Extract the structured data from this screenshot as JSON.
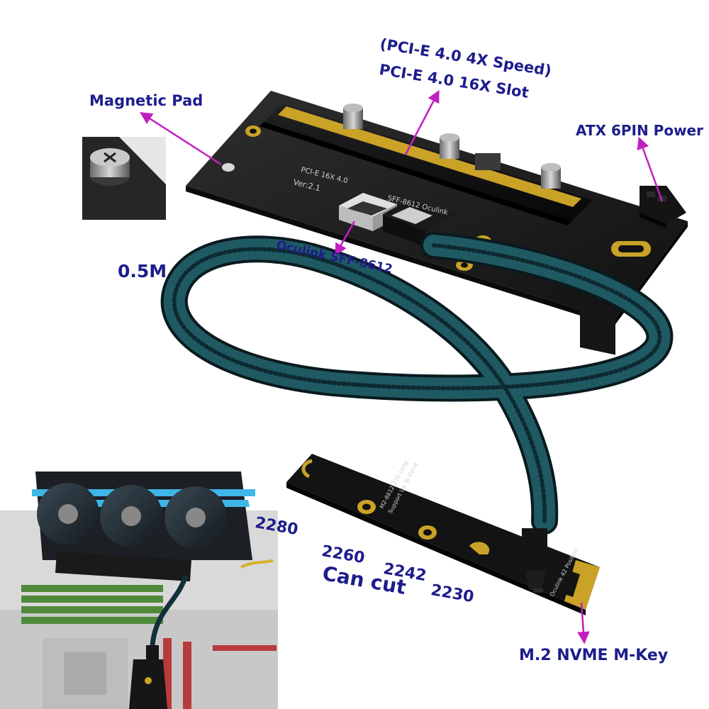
{
  "labels": {
    "magnetic_pad": "Magnetic Pad",
    "speed": "(PCI-E 4.0 4X Speed)",
    "slot": "PCI-E 4.0 16X Slot",
    "atx_power": "ATX 6PIN Power",
    "oculink": "Oculink SFF-8612",
    "cable_length": "0.5M",
    "size_2280": "2280",
    "size_2260": "2260",
    "size_2242": "2242",
    "size_2230": "2230",
    "can_cut": "Can cut",
    "m2_key": "M.2 NVME M-Key"
  },
  "pcb_silkscreen": {
    "model": "PCI-E 16X 4.0",
    "version": "Ver:2.1",
    "port": "SFF-8612 Oculink",
    "m2_model": "M2-8612-270 Long",
    "m2_support": "Support Up To Gen4",
    "m2_position": "Oculink 42 Position"
  },
  "colors": {
    "label_text": "#1d1d8c",
    "arrow": "#c21fc2",
    "pcb": "#1a1a1a",
    "gold": "#c9a227",
    "cable": "#123038"
  }
}
